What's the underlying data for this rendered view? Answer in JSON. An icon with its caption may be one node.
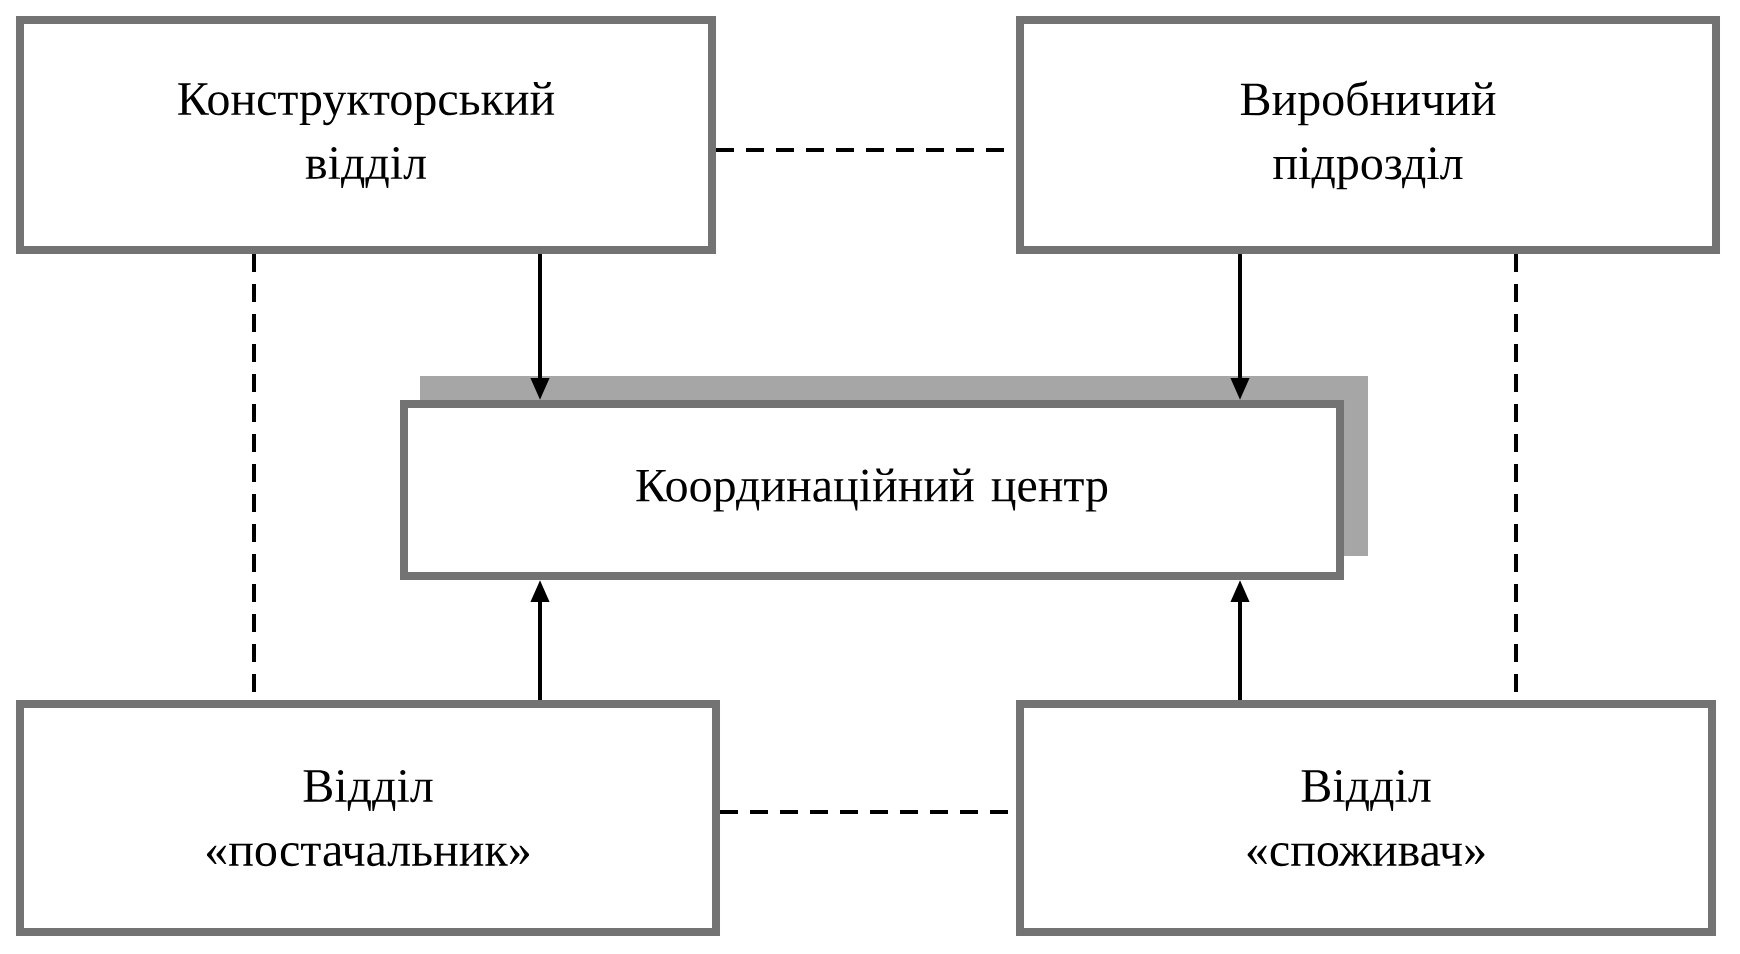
{
  "diagram": {
    "nodes": [
      {
        "text": [
          "Конструкторський відділ"
        ]
      },
      {
        "text": [
          "Виробничий підрозділ"
        ]
      },
      {
        "text": [
          "Координаційний центр"
        ]
      },
      {
        "text": [
          "Відділ «постачальник»"
        ]
      },
      {
        "text": [
          "Відділ «споживач»"
        ]
      }
    ],
    "edges": [
      {
        "from": 0,
        "to": 2,
        "arrow": "to"
      },
      {
        "from": 1,
        "to": 2,
        "arrow": "to"
      },
      {
        "from": 3,
        "to": 2,
        "arrow": "to"
      },
      {
        "from": 4,
        "to": 2,
        "arrow": "to"
      },
      {
        "from": 0,
        "to": 1,
        "arrow": "none",
        "style": "dashed"
      },
      {
        "from": 0,
        "to": 3,
        "arrow": "none",
        "style": "dashed"
      },
      {
        "from": 1,
        "to": 4,
        "arrow": "none",
        "style": "dashed"
      },
      {
        "from": 3,
        "to": 4,
        "arrow": "none",
        "style": "dashed"
      }
    ]
  }
}
